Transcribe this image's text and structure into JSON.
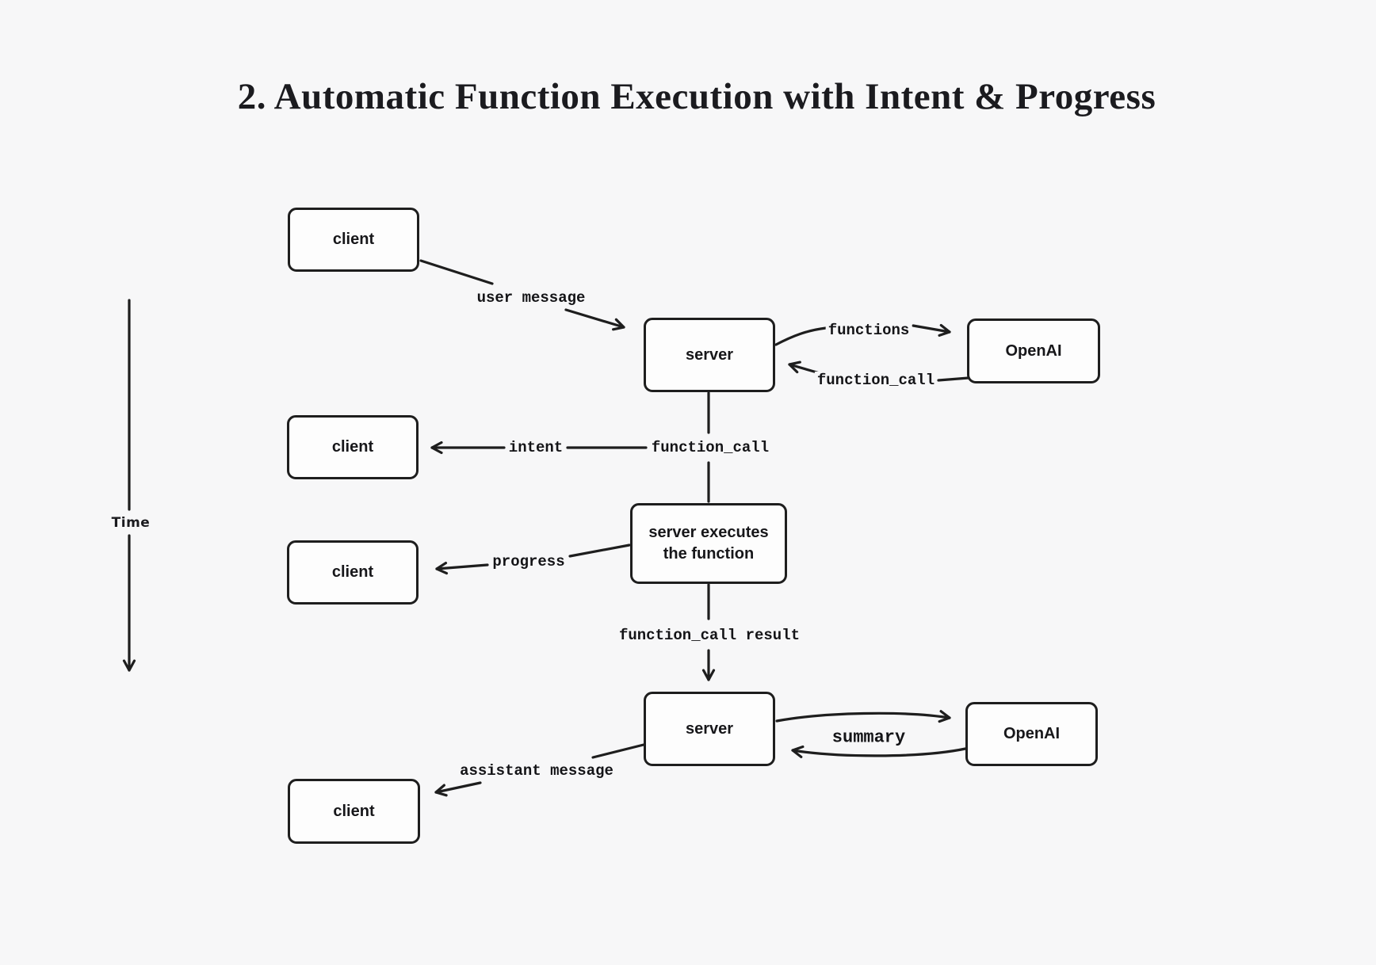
{
  "diagram": {
    "title": "2. Automatic Function Execution with Intent & Progress",
    "time_axis": {
      "label": "Time"
    },
    "nodes": {
      "client1": {
        "label": "client"
      },
      "server1": {
        "label": "server"
      },
      "openai1": {
        "label": "OpenAI"
      },
      "client2": {
        "label": "client"
      },
      "exec": {
        "label": "server executes\nthe function"
      },
      "client3": {
        "label": "client"
      },
      "server2": {
        "label": "server"
      },
      "openai2": {
        "label": "OpenAI"
      },
      "client4": {
        "label": "client"
      }
    },
    "edges": {
      "user_message": {
        "label": "user message"
      },
      "functions": {
        "label": "functions"
      },
      "function_call_top": {
        "label": "function_call"
      },
      "intent": {
        "label": "intent"
      },
      "function_call_mid": {
        "label": "function_call"
      },
      "progress": {
        "label": "progress"
      },
      "function_call_result": {
        "label": "function_call result"
      },
      "summary": {
        "label": "summary"
      },
      "assistant_message": {
        "label": "assistant message"
      }
    },
    "colors": {
      "stroke": "#1e1e1e",
      "background": "#f7f7f8",
      "box_fill": "#fdfdfd",
      "text": "#16161a"
    }
  }
}
